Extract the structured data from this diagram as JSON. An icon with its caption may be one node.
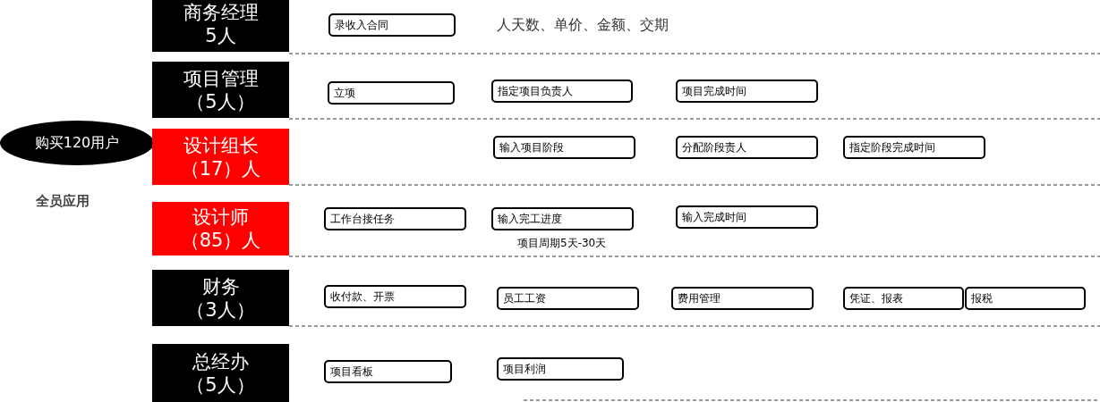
{
  "diagram": {
    "nodes": [
      {
        "text": [
          "购买120用户"
        ]
      },
      {
        "text": [
          "商务经理",
          "5人"
        ]
      },
      {
        "text": [
          "项目管理",
          "（5人）"
        ]
      },
      {
        "text": [
          "设计组长",
          "（17）人"
        ]
      },
      {
        "text": [
          "设计师",
          "（85）人"
        ]
      },
      {
        "text": [
          "财务",
          "（3人）"
        ]
      },
      {
        "text": [
          "总经办",
          "（5人）"
        ]
      },
      {
        "text": [
          "录收入合同"
        ]
      },
      {
        "text": [
          "立项"
        ]
      },
      {
        "text": [
          "指定项目负责人"
        ]
      },
      {
        "text": [
          "项目完成时间"
        ]
      },
      {
        "text": [
          "输入项目阶段"
        ]
      },
      {
        "text": [
          "分配阶段责人"
        ]
      },
      {
        "text": [
          "指定阶段完成时间"
        ]
      },
      {
        "text": [
          "工作台接任务"
        ]
      },
      {
        "text": [
          "输入完工进度"
        ]
      },
      {
        "text": [
          "输入完成时间"
        ]
      },
      {
        "text": [
          "收付款、开票"
        ]
      },
      {
        "text": [
          "员工工资"
        ]
      },
      {
        "text": [
          "费用管理"
        ]
      },
      {
        "text": [
          "凭证、报表"
        ]
      },
      {
        "text": [
          "报税"
        ]
      },
      {
        "text": [
          "项目看板"
        ]
      },
      {
        "text": [
          "项目利润"
        ]
      }
    ],
    "labels": [
      "人天数、单价、金额、交期",
      "全员应用",
      "项目周期5天-30天"
    ]
  }
}
